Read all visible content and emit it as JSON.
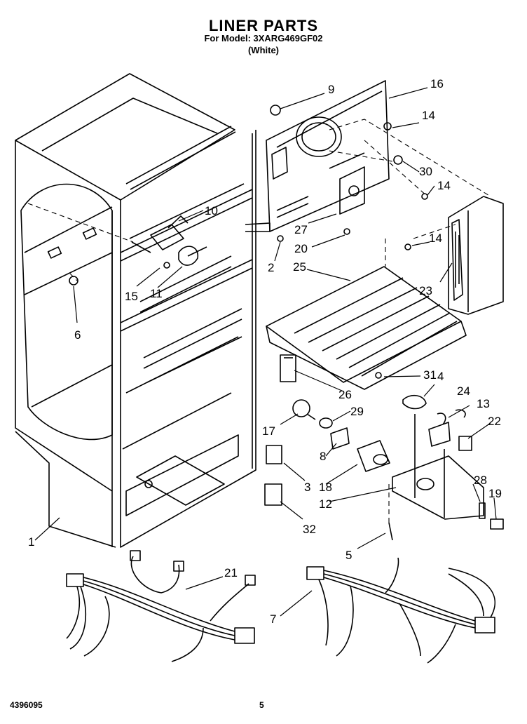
{
  "header": {
    "title": "LINER PARTS",
    "model_line": "For Model: 3XARG469GF02",
    "color_line": "(White)"
  },
  "footer": {
    "doc_number": "4396095",
    "page_number": "5"
  },
  "callouts": [
    "9",
    "16",
    "14",
    "14",
    "30",
    "14",
    "10",
    "27",
    "20",
    "2",
    "25",
    "23",
    "15",
    "11",
    "6",
    "31",
    "4",
    "24",
    "13",
    "26",
    "29",
    "17",
    "22",
    "8",
    "3",
    "18",
    "28",
    "12",
    "19",
    "1",
    "32",
    "5",
    "21",
    "7"
  ]
}
